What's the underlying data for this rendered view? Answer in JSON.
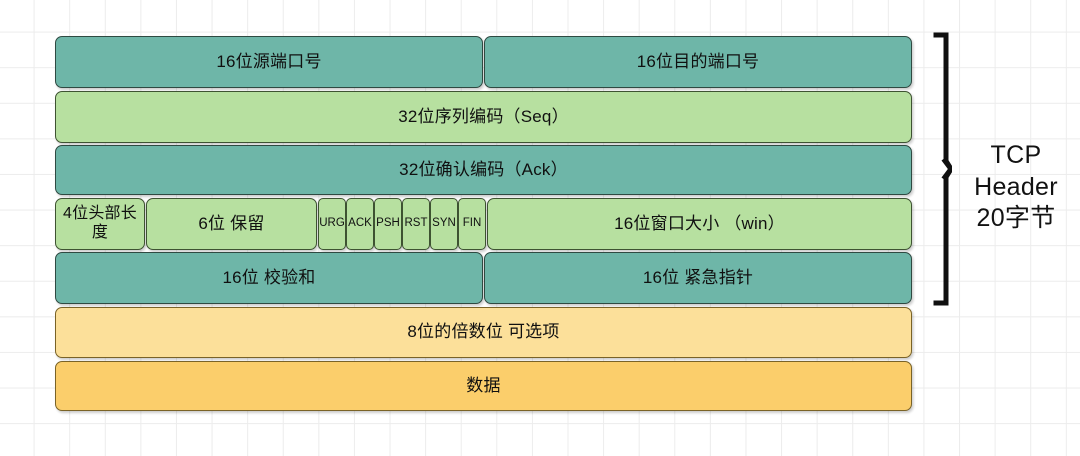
{
  "diagram": {
    "title_label": "TCP Header 20字节",
    "colors": {
      "teal": "#6eb6a8",
      "green": "#b7e0a0",
      "orange_light": "#fce09a",
      "orange_dark": "#fbce6b",
      "outline": "#2e3b34",
      "grid": "#ececec",
      "background": "#ffffff"
    },
    "rows": [
      {
        "name": "ports",
        "cells": [
          {
            "label": "16位源端口号",
            "color": "teal"
          },
          {
            "label": "16位目的端口号",
            "color": "teal"
          }
        ]
      },
      {
        "name": "sequence-number",
        "cells": [
          {
            "label": "32位序列编码（Seq）",
            "color": "green"
          }
        ]
      },
      {
        "name": "acknowledgement-number",
        "cells": [
          {
            "label": "32位确认编码（Ack）",
            "color": "teal"
          }
        ]
      },
      {
        "name": "offset-reserved-flags-window",
        "cells": [
          {
            "label": "4位头部长度",
            "color": "green"
          },
          {
            "label": "6位 保留",
            "color": "green"
          },
          {
            "label": "URG",
            "color": "green"
          },
          {
            "label": "ACK",
            "color": "green"
          },
          {
            "label": "PSH",
            "color": "green"
          },
          {
            "label": "RST",
            "color": "green"
          },
          {
            "label": "SYN",
            "color": "green"
          },
          {
            "label": "FIN",
            "color": "green"
          },
          {
            "label": "16位窗口大小 （win）",
            "color": "green"
          }
        ]
      },
      {
        "name": "checksum-urgent-pointer",
        "cells": [
          {
            "label": "16位 校验和",
            "color": "teal"
          },
          {
            "label": "16位 紧急指针",
            "color": "teal"
          }
        ]
      },
      {
        "name": "options",
        "cells": [
          {
            "label": "8位的倍数位 可选项",
            "color": "orange_light"
          }
        ]
      },
      {
        "name": "data",
        "cells": [
          {
            "label": "数据",
            "color": "orange_dark"
          }
        ]
      }
    ],
    "brace": {
      "label_lines": [
        "TCP",
        "Header",
        "20字节"
      ]
    }
  }
}
